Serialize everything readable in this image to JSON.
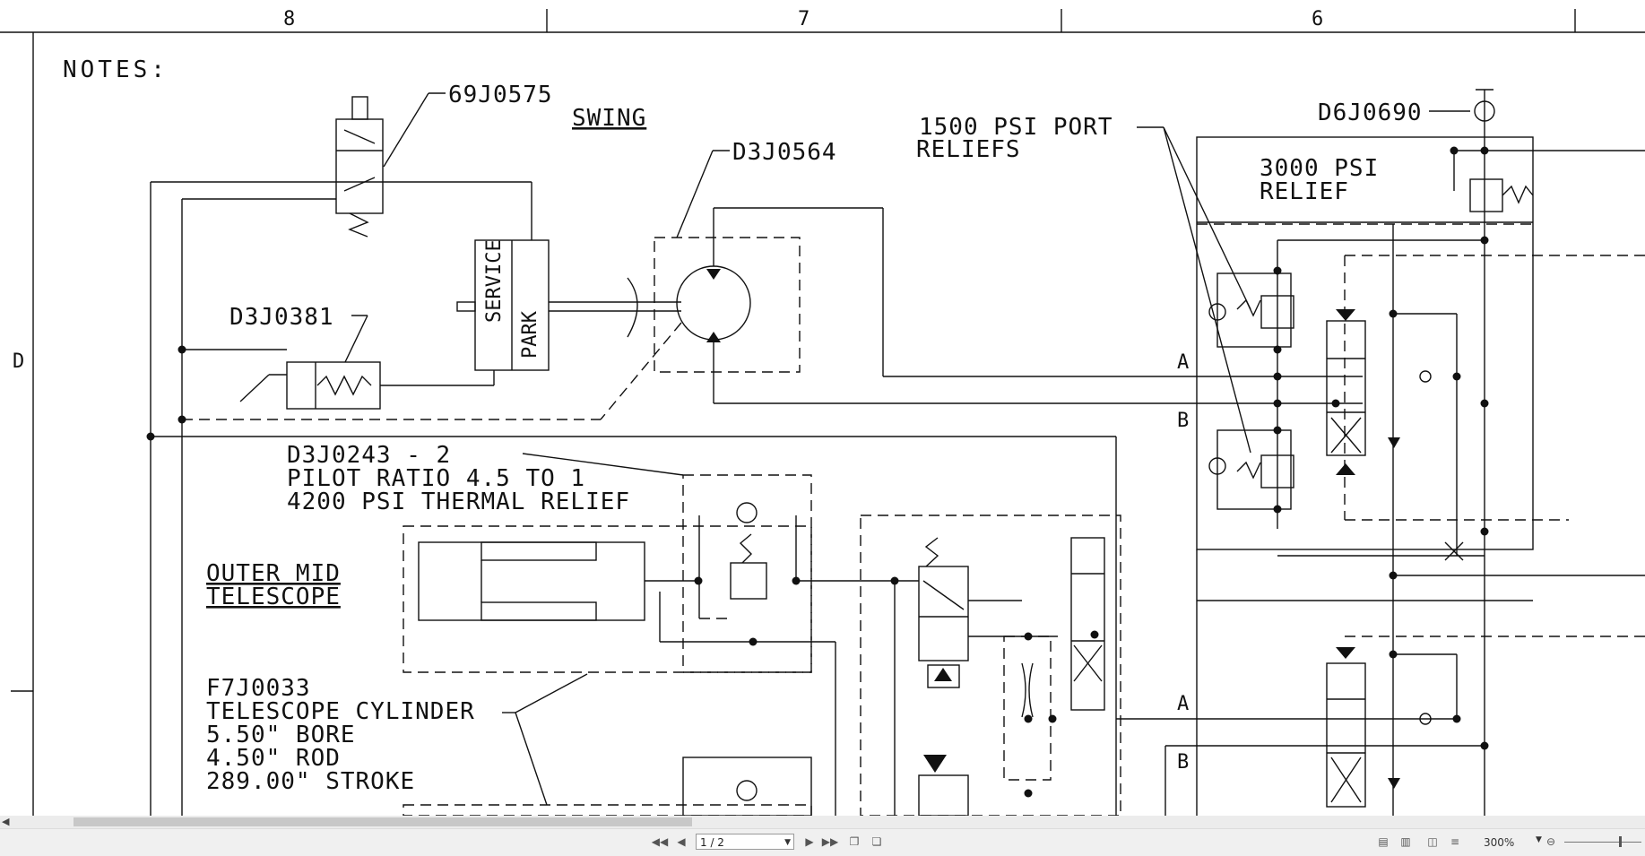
{
  "drawing": {
    "zone_numbers": [
      "8",
      "7",
      "6"
    ],
    "zone_letter": "D",
    "notes_label": "NOTES:",
    "labels": {
      "swing": "SWING",
      "part_69J0575": "69J0575",
      "part_D3J0564": "D3J0564",
      "part_D3J0381": "D3J0381",
      "service": "SERVICE",
      "park": "PARK",
      "port_reliefs_1": "1500 PSI PORT",
      "port_reliefs_2": "RELIEFS",
      "part_D6J0690": "D6J0690",
      "relief_3000_1": "3000 PSI",
      "relief_3000_2": "RELIEF",
      "port_a": "A",
      "port_b": "B",
      "part_D3J0243": "D3J0243 - 2",
      "pilot_ratio": "PILOT RATIO 4.5 TO 1",
      "thermal_relief": "4200 PSI THERMAL RELIEF",
      "outer_mid": "OUTER MID",
      "telescope": "TELESCOPE",
      "part_F7J0033": "F7J0033",
      "telescope_cylinder": "TELESCOPE CYLINDER",
      "bore": "5.50\" BORE",
      "rod": "4.50\" ROD",
      "stroke": "289.00\" STROKE"
    }
  },
  "statusbar": {
    "page_value": "1 / 2",
    "zoom": "300%"
  },
  "icons": [
    "first-page-icon",
    "prev-page-icon",
    "next-page-icon",
    "last-page-icon",
    "copy-icon",
    "fit-icon",
    "single-page-view-icon",
    "continuous-view-icon",
    "two-page-view-icon",
    "scroll-view-icon",
    "zoom-out-icon"
  ]
}
